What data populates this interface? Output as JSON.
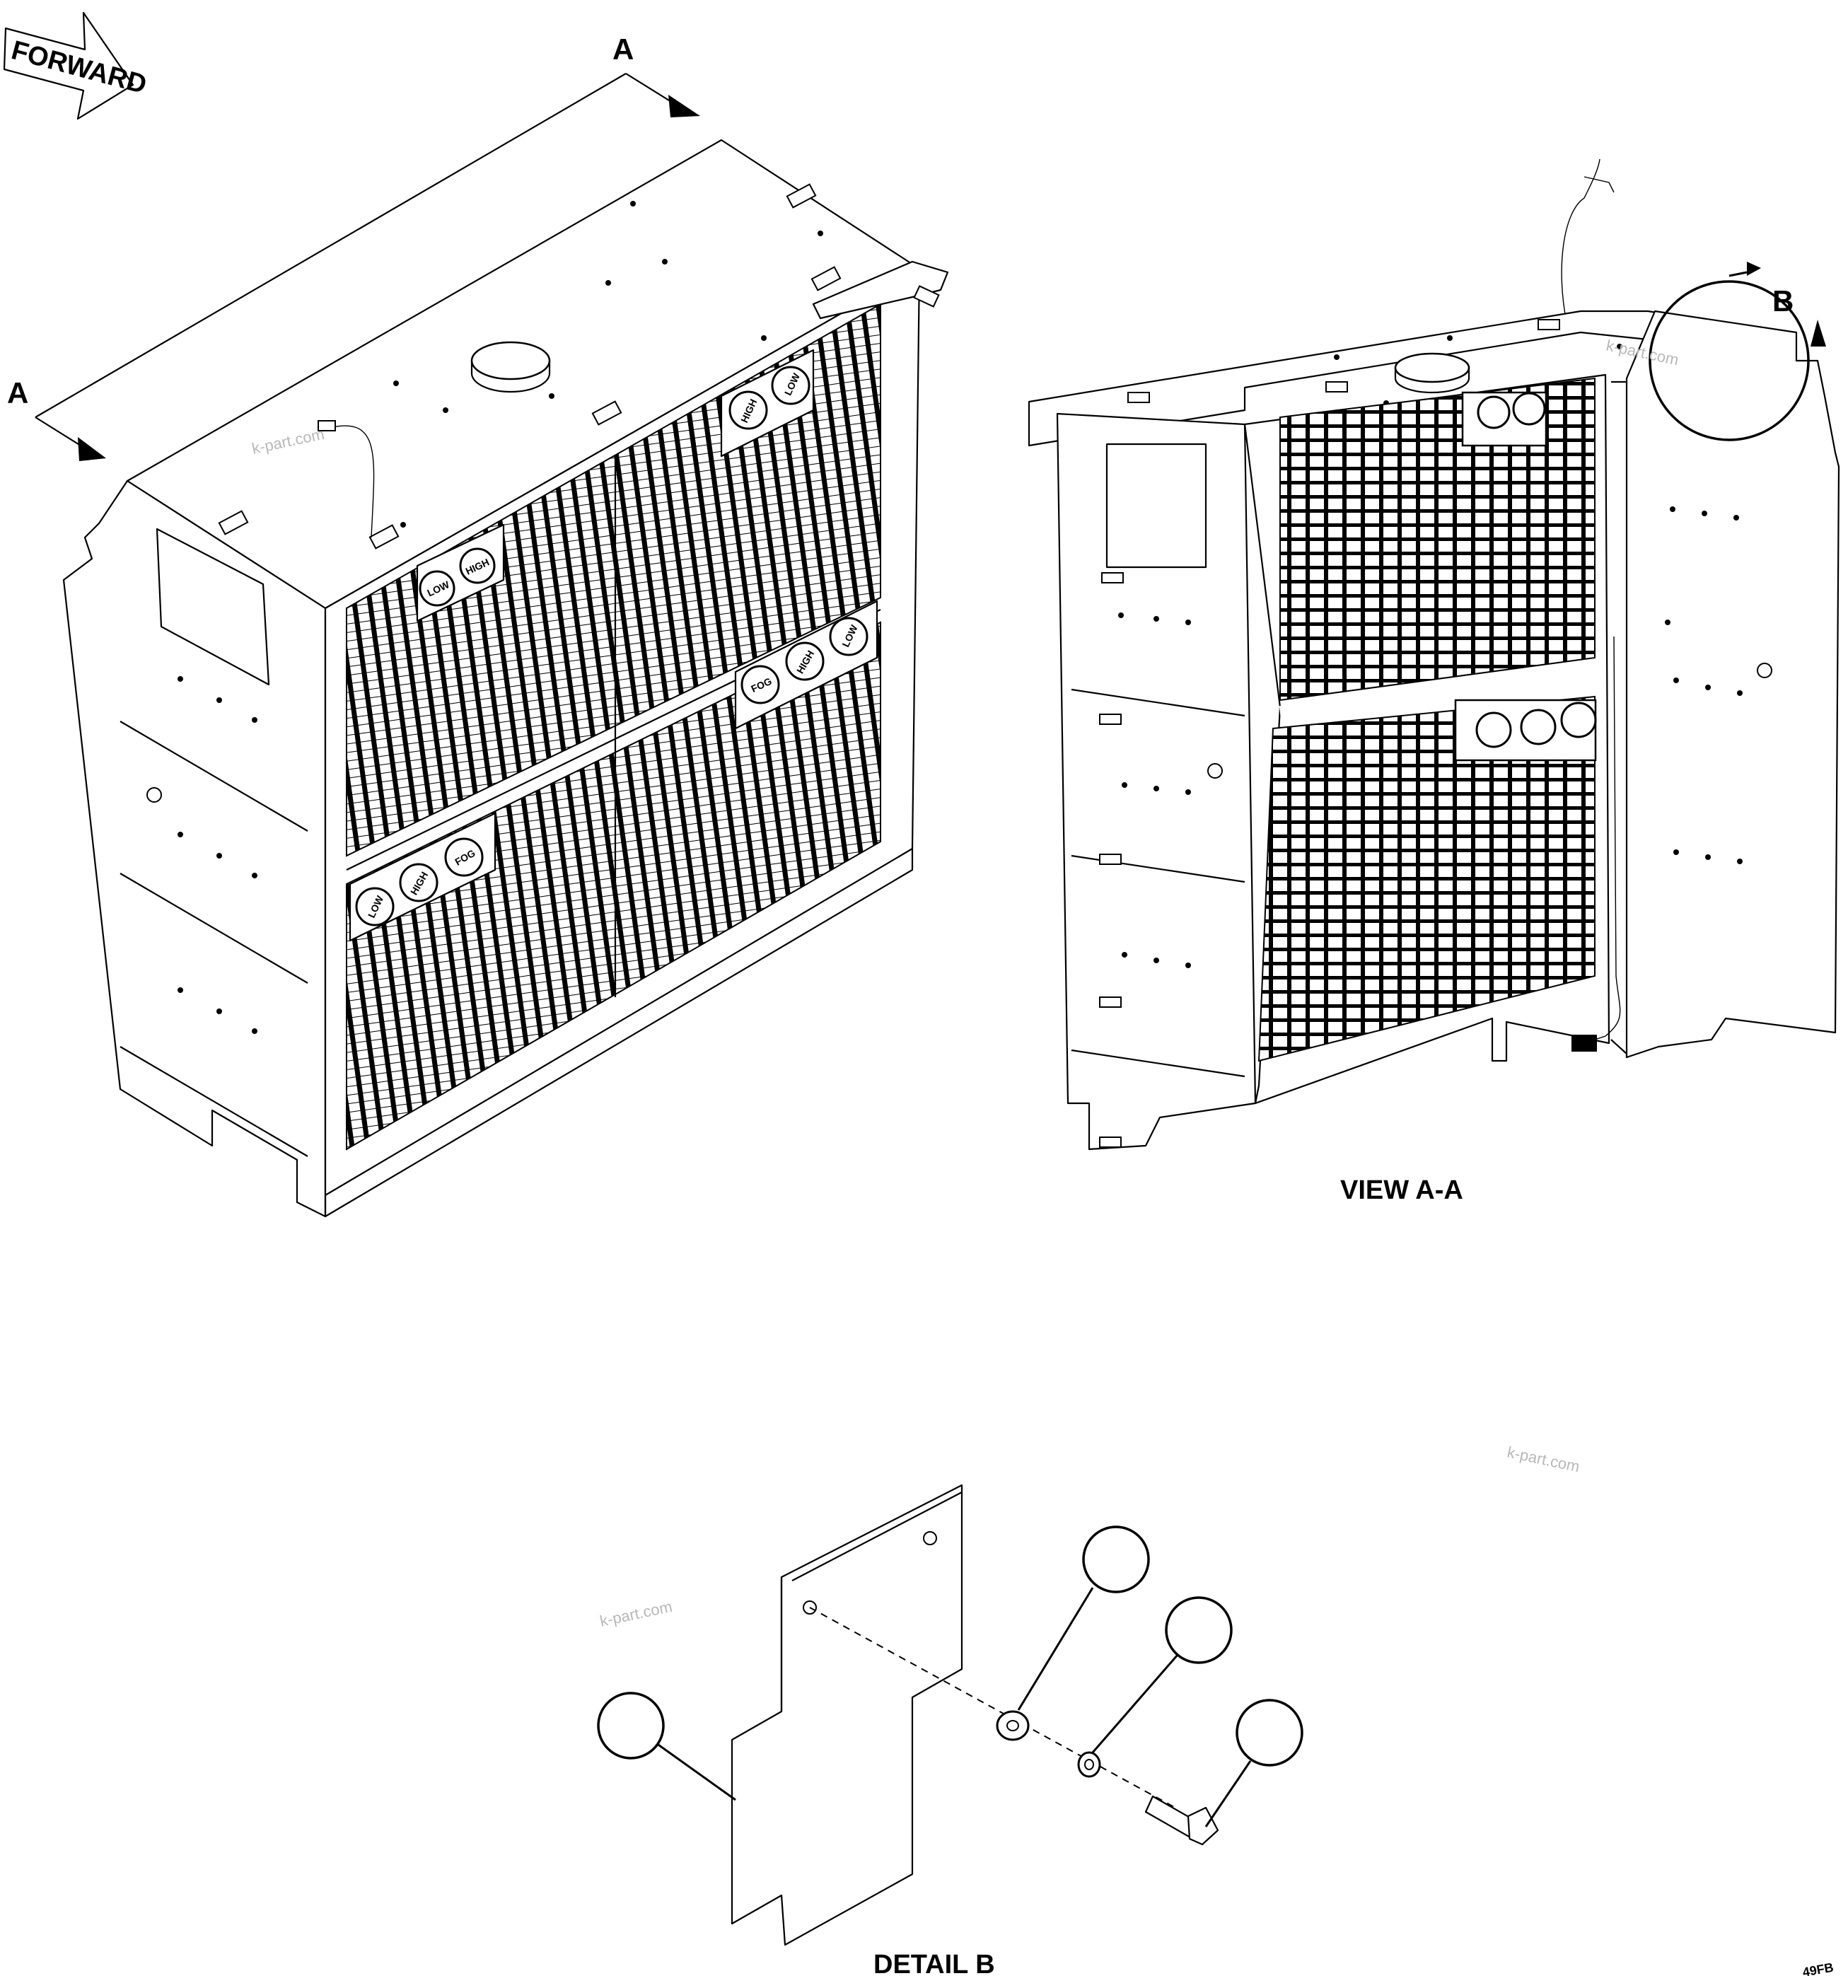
{
  "diagram": {
    "forward_label": "FORWARD",
    "section_label_top": "A",
    "section_label_left": "A",
    "detail_callout_label": "B",
    "view_caption": "VIEW A-A",
    "detail_caption": "DETAIL B",
    "drawing_code": "49FB",
    "watermarks": [
      "k-part.com",
      "k-part.com",
      "k-part.com",
      "k-part.com"
    ],
    "gauges": {
      "top_left": [
        "LOW",
        "HIGH"
      ],
      "top_right": [
        "HIGH",
        "LOW"
      ],
      "mid_right": [
        "FOG",
        "HIGH",
        "LOW"
      ],
      "bottom_left": [
        "LOW",
        "HIGH",
        "FOG"
      ]
    }
  }
}
